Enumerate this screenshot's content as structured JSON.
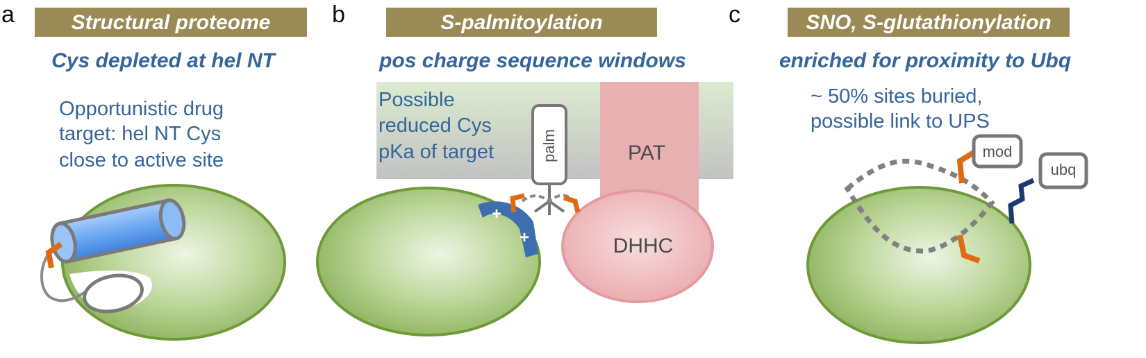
{
  "panels": [
    {
      "letter": "a",
      "title": "Structural proteome",
      "subtitle": "Cys depleted at hel NT",
      "note_lines": [
        "Opportunistic drug",
        "target: hel NT Cys",
        "close to active site"
      ]
    },
    {
      "letter": "b",
      "title": "S-palmitoylation",
      "subtitle": "pos charge sequence windows",
      "note_lines": [
        "Possible",
        "reduced Cys",
        "pKa of target"
      ],
      "palm_label": "palm",
      "pat_label": "PAT",
      "dhhc_label": "DHHC",
      "plus_signs": [
        "+",
        "+"
      ]
    },
    {
      "letter": "c",
      "title": "SNO, S-glutathionylation",
      "subtitle": "enriched for proximity to Ubq",
      "note_lines": [
        "~ 50% sites buried,",
        "possible link to UPS"
      ],
      "mod_label": "mod",
      "ubq_label": "ubq"
    }
  ],
  "colors": {
    "title_box": "#9a8a55",
    "subtitle_text": "#35659a",
    "protein_fill": "#9bbf6e",
    "protein_edge": "#6e9a3a",
    "membrane": "#d6e8c8",
    "pat_fill": "#e8b0b0",
    "dhhc_fill": "#eeb4b8",
    "cys": "#e06a12",
    "ubq_linker": "#1f3a6a",
    "helix": "#5a9aea"
  }
}
